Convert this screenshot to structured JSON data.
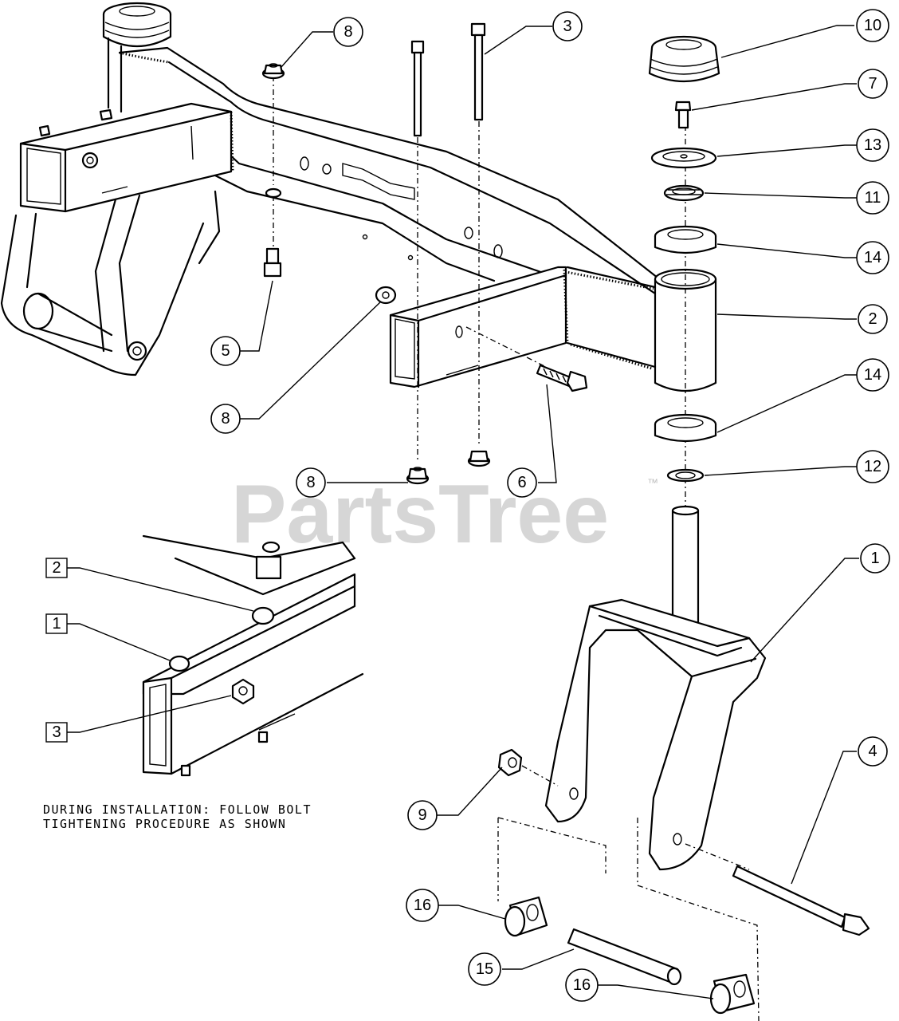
{
  "watermark": {
    "text": "PartsTree",
    "trademark": "™"
  },
  "note": {
    "line1": "DURING INSTALLATION: FOLLOW BOLT",
    "line2": "TIGHTENING PROCEDURE AS SHOWN"
  },
  "callouts": {
    "c1": "1",
    "c2": "2",
    "c3": "3",
    "c4": "4",
    "c5": "5",
    "c6": "6",
    "c7": "7",
    "c8a": "8",
    "c8b": "8",
    "c8c": "8",
    "c9": "9",
    "c10": "10",
    "c11": "11",
    "c12": "12",
    "c13": "13",
    "c14a": "14",
    "c14b": "14",
    "c15": "15",
    "c16a": "16",
    "c16b": "16"
  },
  "sequence": {
    "s1": "1",
    "s2": "2",
    "s3": "3"
  }
}
